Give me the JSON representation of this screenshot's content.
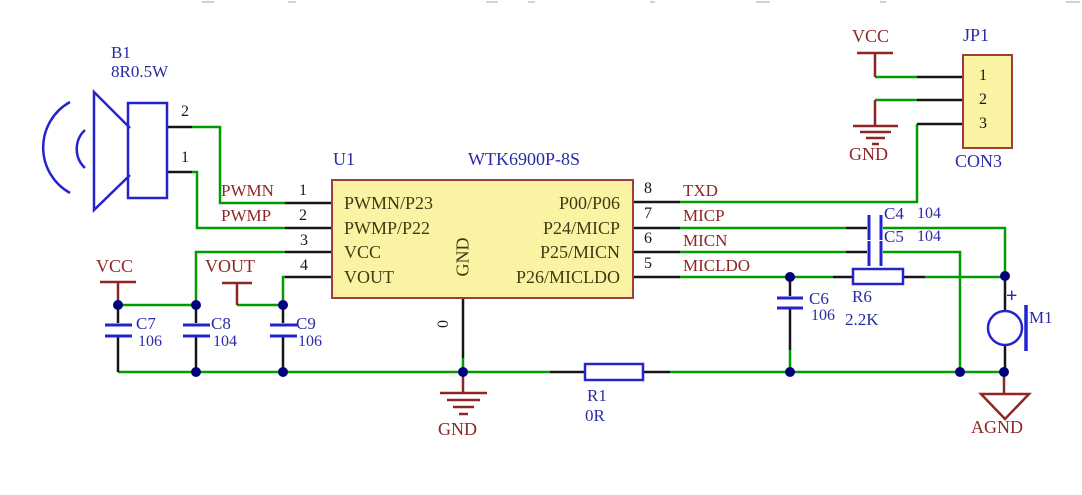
{
  "speaker": {
    "ref": "B1",
    "value": "8R0.5W",
    "pin_top": "2",
    "pin_bottom": "1"
  },
  "chip": {
    "ref": "U1",
    "part": "WTK6900P-8S",
    "left_pins": [
      {
        "num": "1",
        "name": "PWMN/P23"
      },
      {
        "num": "2",
        "name": "PWMP/P22"
      },
      {
        "num": "3",
        "name": "VCC"
      },
      {
        "num": "4",
        "name": "VOUT"
      }
    ],
    "right_pins": [
      {
        "num": "8",
        "name": "P00/P06",
        "net": "TXD"
      },
      {
        "num": "7",
        "name": "P24/MICP",
        "net": "MICP"
      },
      {
        "num": "6",
        "name": "P25/MICN",
        "net": "MICN"
      },
      {
        "num": "5",
        "name": "P26/MICLDO",
        "net": "MICLDO"
      }
    ],
    "bottom_pin": {
      "num": "0",
      "name": "GND"
    }
  },
  "net_labels": {
    "pwmn": "PWMN",
    "pwmp": "PWMP"
  },
  "power": {
    "vcc_left": "VCC",
    "vout": "VOUT",
    "gnd_center": "GND",
    "vcc_top": "VCC",
    "gnd_top": "GND",
    "agnd": "AGND"
  },
  "capacitors": [
    {
      "ref": "C7",
      "value": "106"
    },
    {
      "ref": "C8",
      "value": "104"
    },
    {
      "ref": "C9",
      "value": "106"
    },
    {
      "ref": "C4",
      "value": "104"
    },
    {
      "ref": "C5",
      "value": "104"
    },
    {
      "ref": "C6",
      "value": "106"
    }
  ],
  "resistors": [
    {
      "ref": "R1",
      "value": "0R"
    },
    {
      "ref": "R6",
      "value": "2.2K"
    }
  ],
  "microphone": {
    "ref": "M1",
    "polarity": "+"
  },
  "connector": {
    "ref": "JP1",
    "type": "CON3",
    "pins": [
      "1",
      "2",
      "3"
    ]
  }
}
